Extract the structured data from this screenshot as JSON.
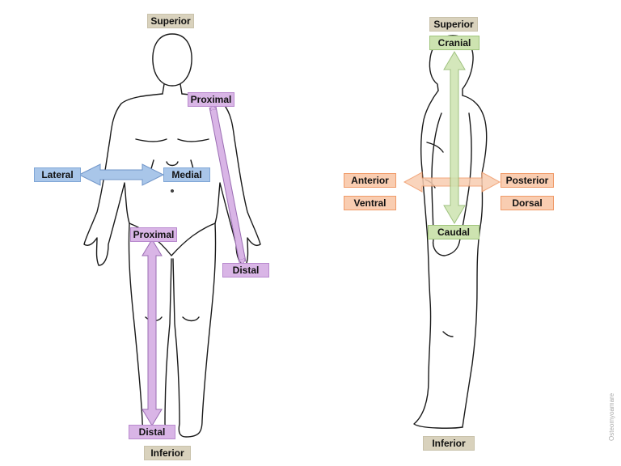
{
  "front_view": {
    "superior": "Superior",
    "inferior": "Inferior",
    "lateral": "Lateral",
    "medial": "Medial",
    "arm_proximal": "Proximal",
    "arm_distal": "Distal",
    "leg_proximal": "Proximal",
    "leg_distal": "Distal"
  },
  "side_view": {
    "superior": "Superior",
    "inferior": "Inferior",
    "cranial": "Cranial",
    "caudal": "Caudal",
    "anterior": "Anterior",
    "ventral": "Ventral",
    "posterior": "Posterior",
    "dorsal": "Dorsal"
  },
  "watermark": "Osteomyoamare",
  "colors": {
    "outline": "#1a1a1a",
    "direction_labels": "#d9d2bd",
    "proximal_distal": "#d9b5e6",
    "lateral_medial": "#a9c6e9",
    "anterior_posterior": "#f9cdb1",
    "cranial_caudal": "#cde3b0"
  }
}
